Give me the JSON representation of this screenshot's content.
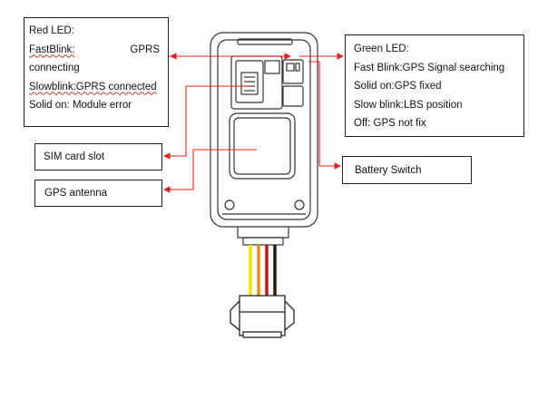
{
  "red_led": {
    "title": "Red LED:",
    "fast_blink_key": "FastBlink:",
    "fast_blink_value": "GPRS",
    "fast_blink_value_cont": "connecting",
    "slow_blink": "Slowblink:GPRS connected",
    "solid_on": "Solid on: Module error"
  },
  "green_led": {
    "title": "Green LED:",
    "fast_blink": "Fast Blink:GPS Signal searching",
    "solid_on": "Solid on:GPS fixed",
    "slow_blink": "Slow blink:LBS position",
    "off": "Off: GPS not fix"
  },
  "sim_slot": {
    "label": "SIM card slot"
  },
  "gps_antenna": {
    "label": "GPS antenna"
  },
  "battery_switch": {
    "label": "Battery Switch"
  },
  "colors": {
    "arrow": "#e02020",
    "outline": "#333333",
    "wire_yellow": "#f2e600",
    "wire_orange": "#f08a1a",
    "wire_red": "#c81414",
    "wire_black": "#2a1a12"
  }
}
